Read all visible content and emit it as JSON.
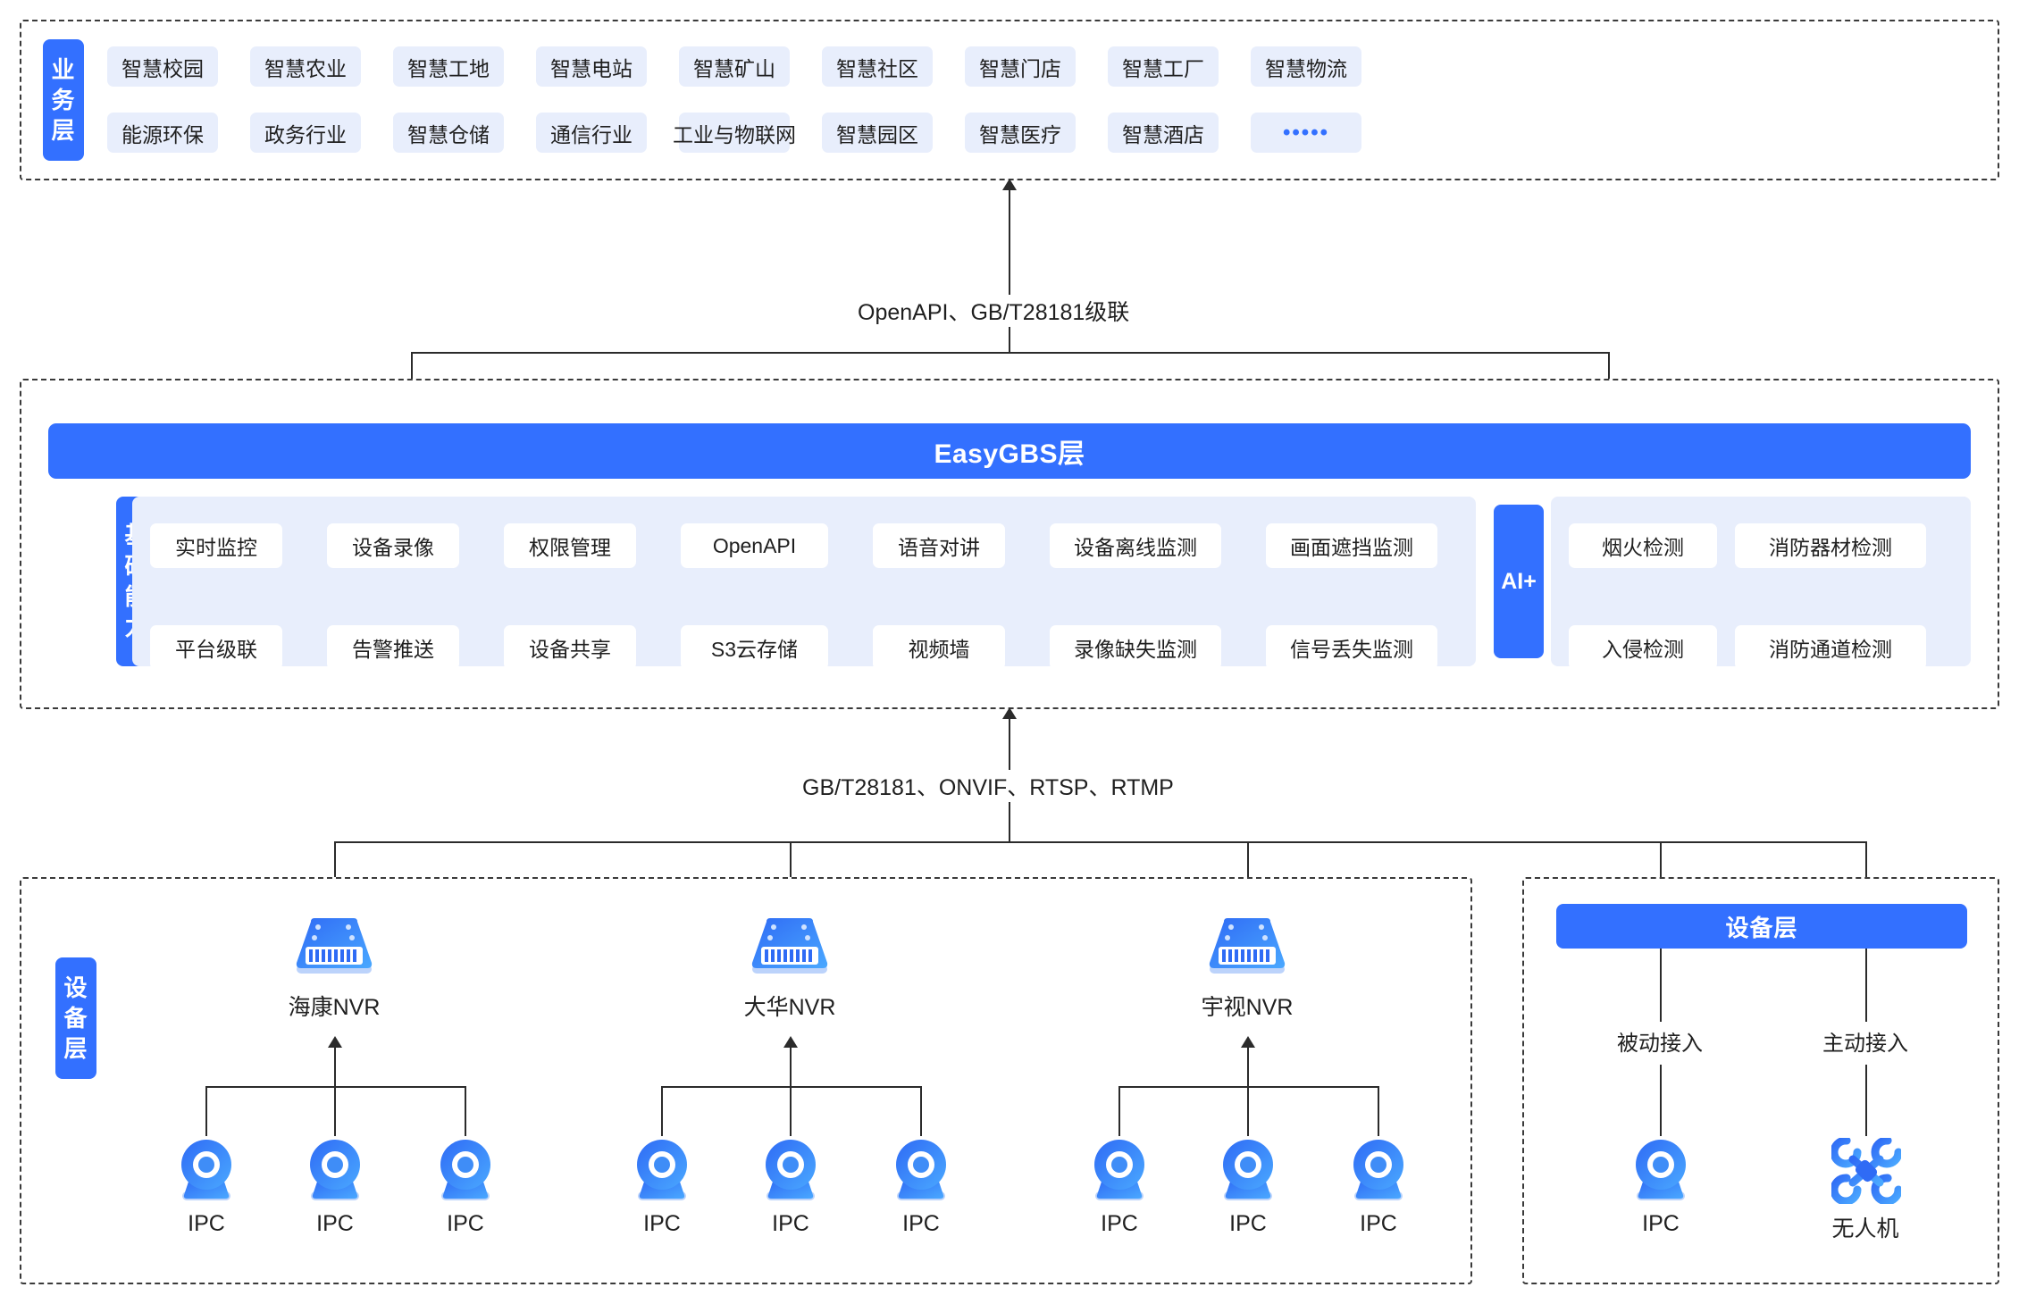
{
  "business_layer": {
    "label": "业务层",
    "row1": [
      "智慧校园",
      "智慧农业",
      "智慧工地",
      "智慧电站",
      "智慧矿山",
      "智慧社区",
      "智慧门店",
      "智慧工厂",
      "智慧物流"
    ],
    "row2": [
      "能源环保",
      "政务行业",
      "智慧仓储",
      "通信行业",
      "工业与物联网",
      "智慧园区",
      "智慧医疗",
      "智慧酒店",
      "•••••"
    ]
  },
  "connector_top": {
    "label": "OpenAPI、GB/T28181级联"
  },
  "gbs_layer": {
    "title": "EasyGBS层",
    "capability_label": "基础能力",
    "capabilities_row1": [
      "实时监控",
      "设备录像",
      "权限管理",
      "OpenAPI",
      "语音对讲",
      "设备离线监测",
      "画面遮挡监测"
    ],
    "capabilities_row2": [
      "平台级联",
      "告警推送",
      "设备共享",
      "S3云存储",
      "视频墙",
      "录像缺失监测",
      "信号丢失监测"
    ],
    "ai_label": "AI+",
    "ai_row1": [
      "烟火检测",
      "消防器材检测"
    ],
    "ai_row2": [
      "入侵检测",
      "消防通道检测"
    ]
  },
  "connector_bottom": {
    "label": "GB/T28181、ONVIF、RTSP、RTMP"
  },
  "device_layer_left": {
    "label": "设备层",
    "nvrs": [
      {
        "name": "海康NVR",
        "children": [
          "IPC",
          "IPC",
          "IPC"
        ]
      },
      {
        "name": "大华NVR",
        "children": [
          "IPC",
          "IPC",
          "IPC"
        ]
      },
      {
        "name": "宇视NVR",
        "children": [
          "IPC",
          "IPC",
          "IPC"
        ]
      }
    ]
  },
  "device_layer_right": {
    "title": "设备层",
    "branches": [
      {
        "mode": "被动接入",
        "device": "IPC",
        "icon": "camera-icon"
      },
      {
        "mode": "主动接入",
        "device": "无人机",
        "icon": "drone-icon"
      }
    ]
  },
  "colors": {
    "accent": "#3370ff",
    "chip_bg": "#e8eefc",
    "line": "#2b2b2b"
  }
}
